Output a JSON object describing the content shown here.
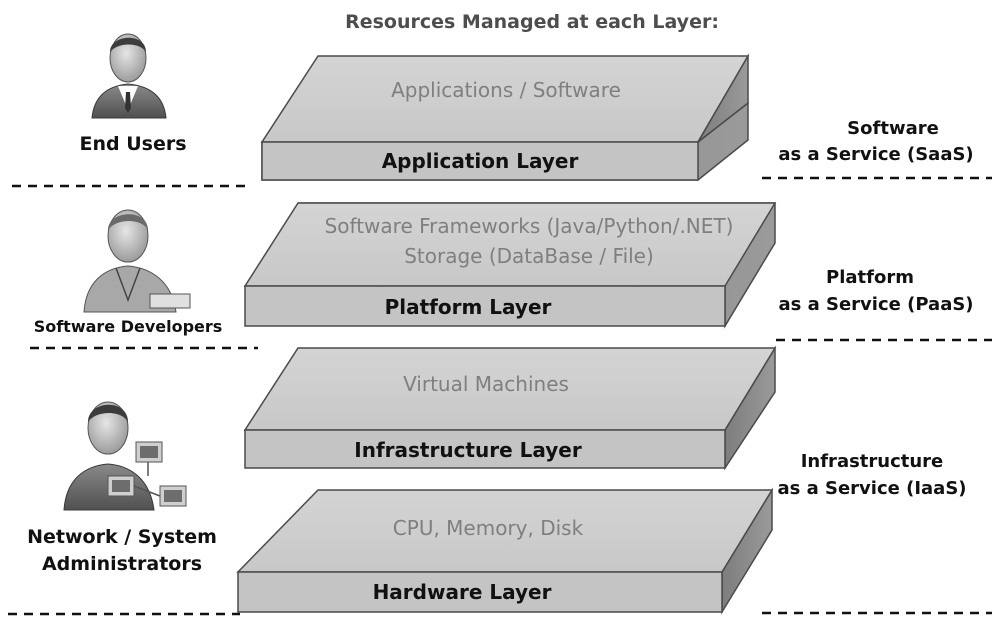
{
  "header": "Resources Managed at each Layer:",
  "layers": [
    {
      "id": "application",
      "label": "Application Layer",
      "resources": [
        "Applications / Software"
      ]
    },
    {
      "id": "platform",
      "label": "Platform Layer",
      "resources": [
        "Software Frameworks (Java/Python/.NET)",
        "Storage (DataBase / File)"
      ]
    },
    {
      "id": "infrastructure",
      "label": "Infrastructure Layer",
      "resources": [
        "Virtual Machines"
      ]
    },
    {
      "id": "hardware",
      "label": "Hardware Layer",
      "resources": [
        "CPU, Memory, Disk"
      ]
    }
  ],
  "roles": [
    {
      "id": "end-users",
      "lines": [
        "End Users"
      ],
      "icon": "end-user-icon"
    },
    {
      "id": "developers",
      "lines": [
        "Software Developers"
      ],
      "icon": "developer-icon"
    },
    {
      "id": "admins",
      "lines": [
        "Network / System",
        "Administrators"
      ],
      "icon": "administrator-icon"
    }
  ],
  "services": [
    {
      "id": "saas",
      "lines": [
        "Software",
        "as a Service (SaaS)"
      ]
    },
    {
      "id": "paas",
      "lines": [
        "Platform",
        "as a Service (PaaS)"
      ]
    },
    {
      "id": "iaas",
      "lines": [
        "Infrastructure",
        "as a Service (IaaS)"
      ]
    }
  ],
  "colors": {
    "top_face": "#cfcfcf",
    "front_face": "#c4c4c4",
    "side_face": "#8a8a8a",
    "outline": "#4a4a4a"
  }
}
